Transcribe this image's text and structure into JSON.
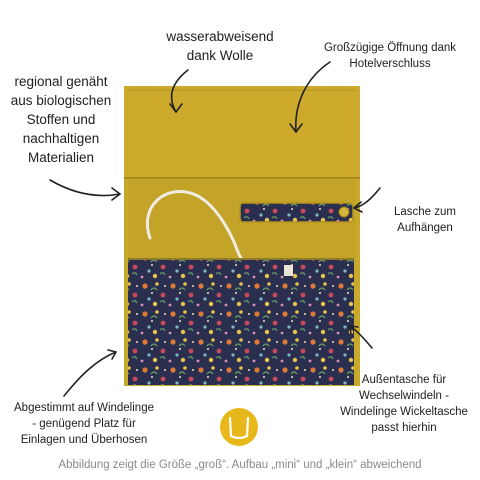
{
  "annotations": {
    "water": [
      "wasserabweisend",
      "dank Wolle"
    ],
    "opening": [
      "Großzügige Öffnung dank",
      "Hotelverschluss"
    ],
    "regional": [
      "regional genäht",
      "aus biologischen",
      "Stoffen und",
      "nachhaltigen",
      "Materialien"
    ],
    "loop": [
      "Lasche zum",
      "Aufhängen"
    ],
    "pocket": [
      "Außentasche für",
      "Wechselwindeln -",
      "Windelinge Wickeltasche",
      "passt hierhin"
    ],
    "fit": [
      "Abgestimmt auf Windelinge",
      "- genügend Platz für",
      "Einlagen und Überhosen"
    ]
  },
  "caption": "Abbildung zeigt die Größe „groß“. Aufbau „mini“ und „klein“ abweichend",
  "colors": {
    "mustard": "#c9a92c",
    "mustard_dark": "#b3941f",
    "navy": "#2a2f4f",
    "logo": "#e8b81a"
  },
  "logo_icon": "windelinge-logo-icon"
}
